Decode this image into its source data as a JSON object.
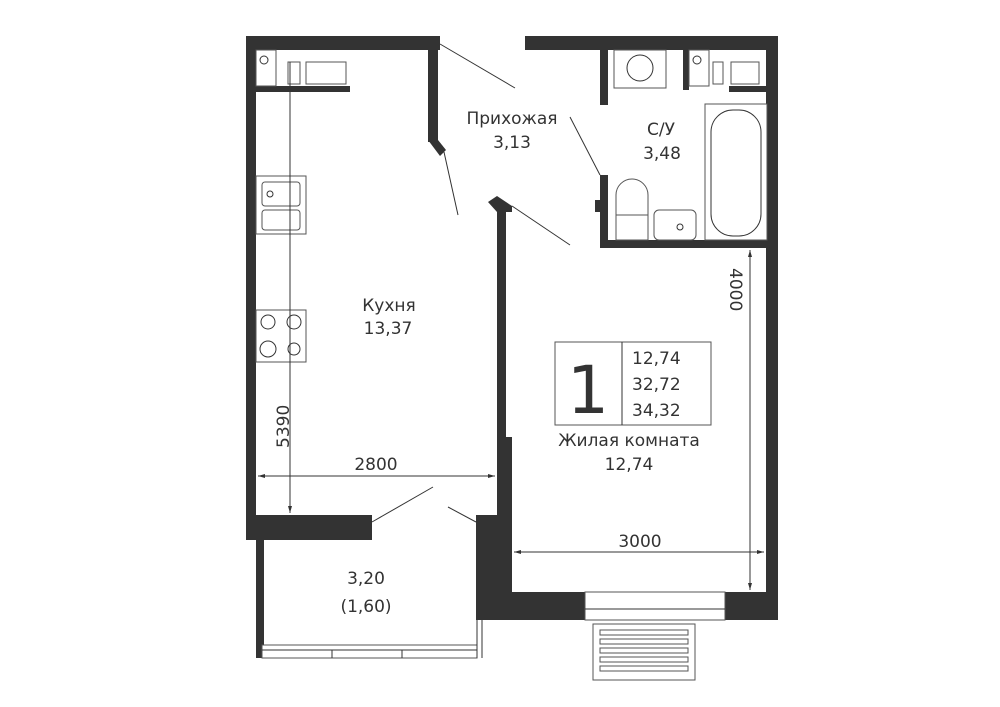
{
  "rooms": {
    "hallway": {
      "name": "Прихожая",
      "area": "3,13"
    },
    "bathroom": {
      "name": "С/У",
      "area": "3,48"
    },
    "kitchen": {
      "name": "Кухня",
      "area": "13,37"
    },
    "living_room": {
      "name": "Жилая комната",
      "area": "12,74"
    },
    "balcony": {
      "area": "3,20",
      "reduced_area": "(1,60)"
    }
  },
  "summary": {
    "rooms_count": "1",
    "living_area": "12,74",
    "total_area": "32,72",
    "total_area_with_balcony": "34,32"
  },
  "dimensions": {
    "kitchen_length": "5390",
    "kitchen_width": "2800",
    "room_width": "3000",
    "room_length": "4000"
  },
  "colors": {
    "wall": "#333333",
    "background": "#ffffff"
  }
}
